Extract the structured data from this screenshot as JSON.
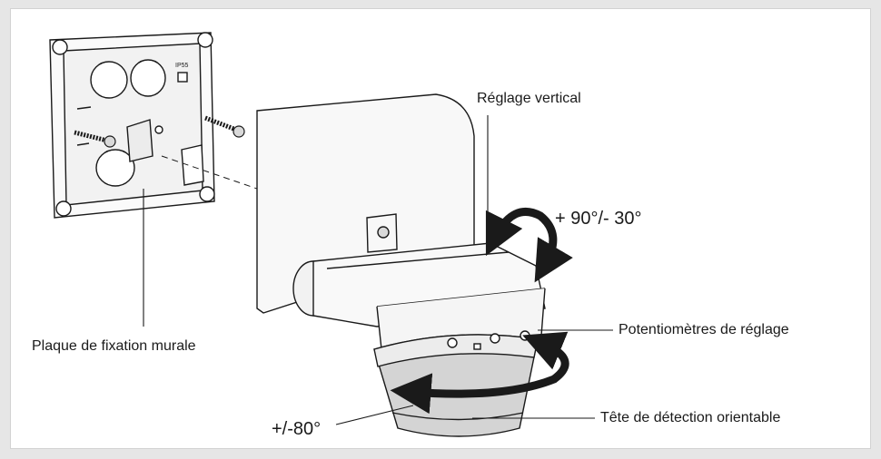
{
  "labels": {
    "vertical_adjust": "Réglage vertical",
    "vertical_angle": "+ 90°/- 30°",
    "potentiometers": "Potentiomètres de réglage",
    "wall_plate": "Plaque de fixation murale",
    "detection_head": "Tête de détection orientable",
    "horizontal_angle": "+/-80°",
    "ip_rating": "IP55"
  },
  "colors": {
    "background": "#e6e6e6",
    "panel": "#ffffff",
    "line": "#1a1a1a",
    "head_shade": "#d4d4d4"
  }
}
